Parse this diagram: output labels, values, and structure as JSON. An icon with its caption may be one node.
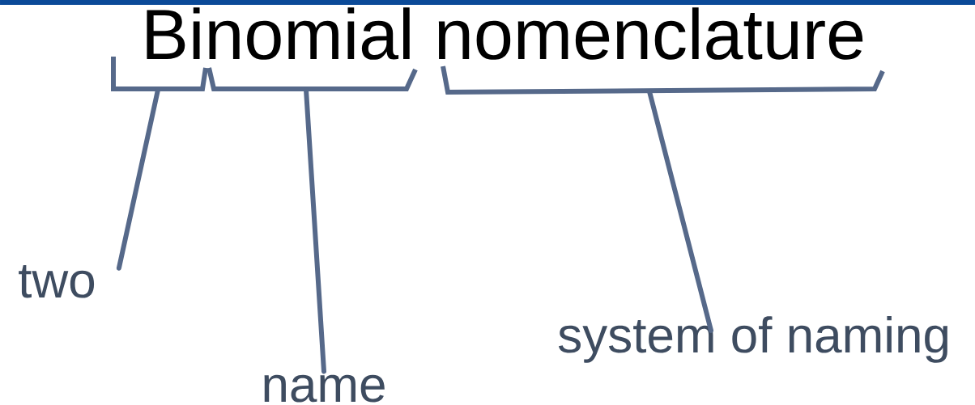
{
  "diagram": {
    "title": "Binomial nomenclature",
    "nodes": [
      {
        "text": [],
        "shape": "bracket"
      },
      {
        "text": [],
        "shape": "bracket"
      },
      {
        "text": [],
        "shape": "bracket"
      },
      {
        "text": [
          "two"
        ]
      },
      {
        "text": [
          "name"
        ]
      },
      {
        "text": [
          "system of naming"
        ]
      }
    ],
    "edges": [
      {
        "from": 3,
        "to": 0,
        "arrow": "none"
      },
      {
        "from": 4,
        "to": 1,
        "arrow": "none"
      },
      {
        "from": 5,
        "to": 2,
        "arrow": "none"
      }
    ]
  }
}
